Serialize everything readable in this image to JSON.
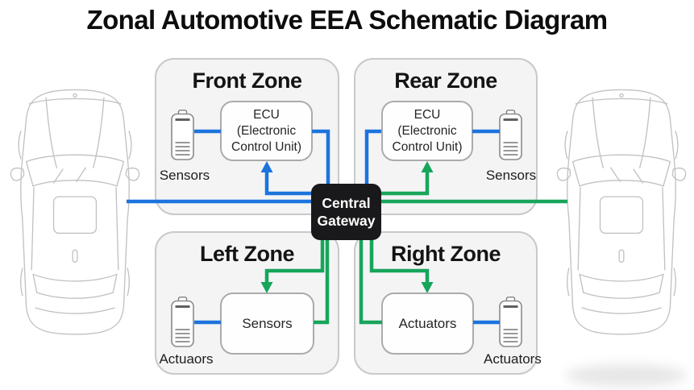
{
  "page_title": "Zonal Automotive EEA Schematic Diagram",
  "colors": {
    "bus_blue": "#1c74dd",
    "bus_green": "#17a55b",
    "gateway_bg": "#19191b",
    "zone_fill": "#f4f4f5",
    "zone_border": "#c9c9cb",
    "node_border": "#ababab"
  },
  "gateway": {
    "line1": "Central",
    "line2": "Gateway"
  },
  "zones": {
    "front": {
      "title": "Front Zone",
      "node_lines": [
        "ECU",
        "(Electronic",
        "Control Unit)"
      ],
      "device_label": "Sensors"
    },
    "rear": {
      "title": "Rear Zone",
      "node_lines": [
        "ECU",
        "(Electronic",
        "Control Unit)"
      ],
      "device_label": "Sensors"
    },
    "left": {
      "title": "Left Zone",
      "node_label": "Sensors",
      "device_label": "Actuaors"
    },
    "right": {
      "title": "Right Zone",
      "node_label": "Actuators",
      "device_label": "Actuators"
    }
  }
}
